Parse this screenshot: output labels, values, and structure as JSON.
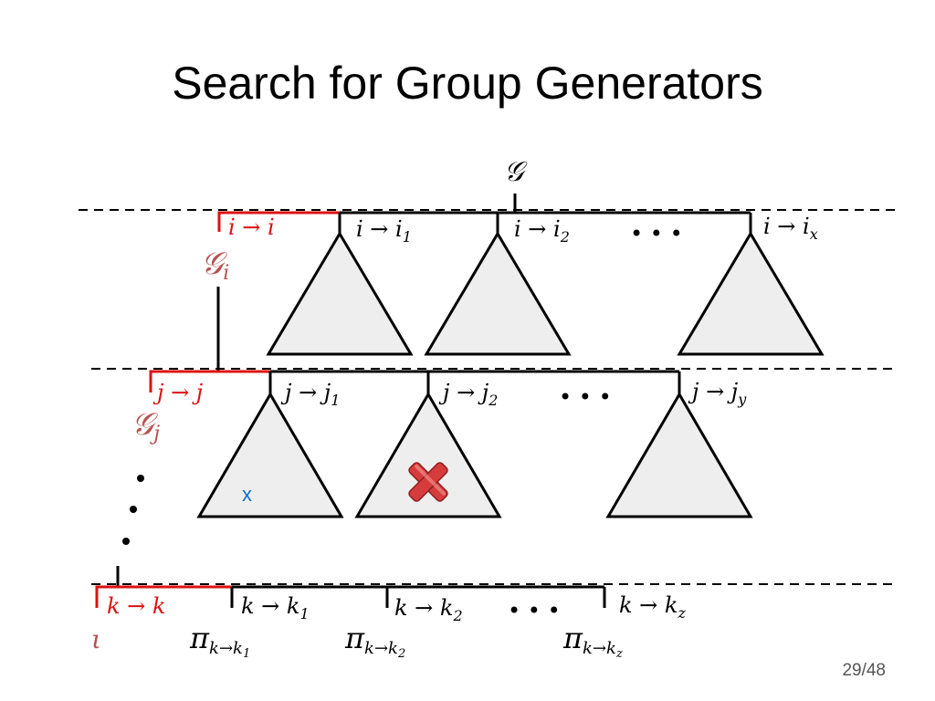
{
  "title": "Search for Group Generators",
  "page_number": "29/48",
  "colors": {
    "highlight": "#dd1111",
    "group_label": "#b85050",
    "marker_x": "#1a6fc7",
    "triangle_fill": "#eeeeee",
    "cross": "#d63c3c"
  },
  "labels": {
    "root": "𝒢",
    "group_i": "𝒢",
    "group_i_sub": "i",
    "group_j": "𝒢",
    "group_j_sub": "j",
    "iota": "ι",
    "marker_x": "x",
    "ellipsis": "• • •",
    "level_i": [
      {
        "base": "i → i",
        "sub": ""
      },
      {
        "base": "i → i",
        "sub": "1"
      },
      {
        "base": "i → i",
        "sub": "2"
      },
      {
        "base": "i → i",
        "sub": "x"
      }
    ],
    "level_j": [
      {
        "base": "j → j",
        "sub": ""
      },
      {
        "base": "j → j",
        "sub": "1"
      },
      {
        "base": "j → j",
        "sub": "2"
      },
      {
        "base": "j → j",
        "sub": "y"
      }
    ],
    "level_k": [
      {
        "base": "k → k",
        "sub": ""
      },
      {
        "base": "k → k",
        "sub": "1"
      },
      {
        "base": "k → k",
        "sub": "2"
      },
      {
        "base": "k → k",
        "sub": "z"
      }
    ],
    "pi": [
      {
        "base": "π",
        "sub": "k→k",
        "subsub": "1"
      },
      {
        "base": "π",
        "sub": "k→k",
        "subsub": "2"
      },
      {
        "base": "π",
        "sub": "k→k",
        "subsub": "z"
      }
    ]
  }
}
